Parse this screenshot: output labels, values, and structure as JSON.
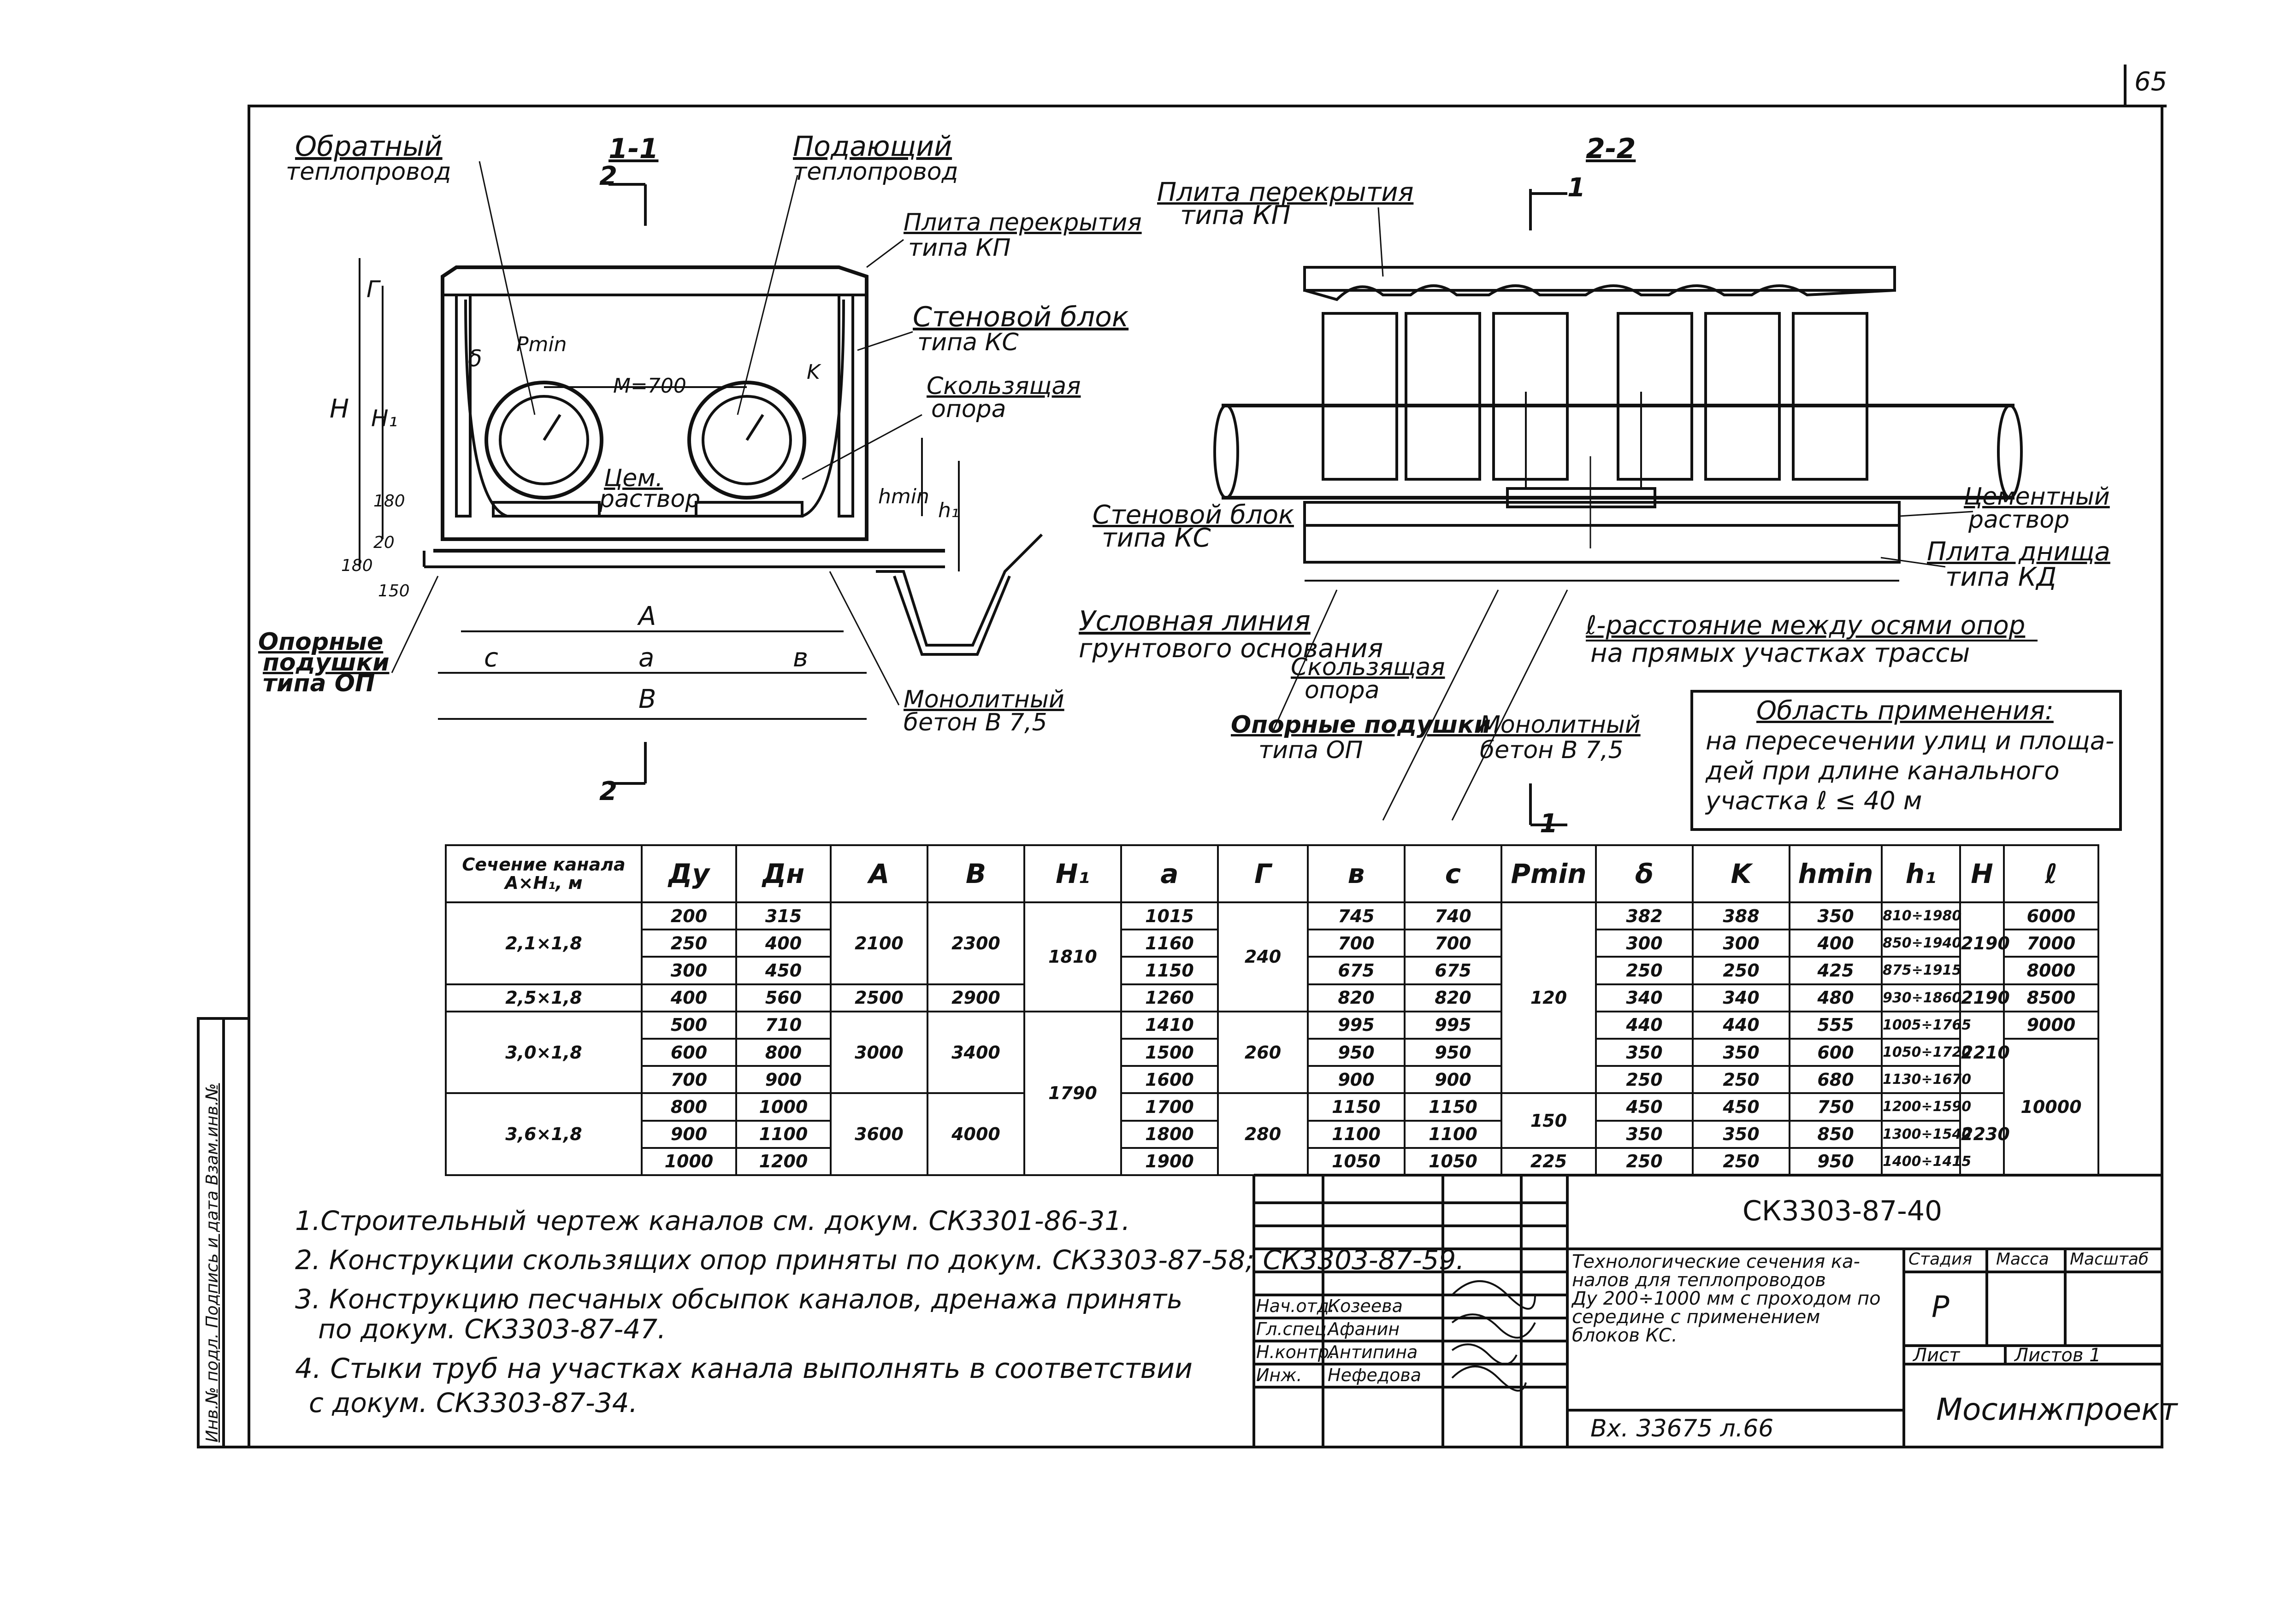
{
  "page_number": "65",
  "section_1_1": {
    "title": "1-1",
    "cut_mark": "2"
  },
  "section_2_2": {
    "title": "2-2",
    "cut_mark": "1"
  },
  "labels": {
    "return_pipe_1": "Обратный",
    "return_pipe_2": "теплопровод",
    "supply_pipe_1": "Подающий",
    "supply_pipe_2": "теплопровод",
    "slab_1": "Плита перекрытия",
    "slab_2": "типа КП",
    "wall_1": "Стеновой блок",
    "wall_2": "типа КС",
    "sliding_1": "Скользящая",
    "sliding_2": "опора",
    "cement_1": "Цем.",
    "cement_2": "раствор",
    "support_pads_1": "Опорные",
    "support_pads_2": "подушки",
    "support_pads_3": "типа ОП",
    "monolith_1": "Монолитный",
    "monolith_2": "бетон В 7,5",
    "ground_1": "Условная линия",
    "ground_2": "грунтового основания",
    "wall_b_1": "Стеновой блок",
    "wall_b_2": "типа КС",
    "sliding_b_1": "Скользящая",
    "sliding_b_2": "опора",
    "support_b_1": "Опорные подушки",
    "support_b_2": "типа ОП",
    "monolith_b_1": "Монолитный",
    "monolith_b_2": "бетон В 7,5",
    "slab_b_1": "Плита перекрытия",
    "slab_b_2": "типа КП",
    "cement_b_1": "Цементный",
    "cement_b_2": "раствор",
    "bottom_slab_1": "Плита днища",
    "bottom_slab_2": "типа КД",
    "distance_1": "ℓ-расстояние между осями опор",
    "distance_2": "на прямых участках трассы",
    "dim_H": "H",
    "dim_H1": "H₁",
    "dim_G": "Г",
    "dim_delta": "δ",
    "dim_pmin": "Pmin",
    "dim_K": "K",
    "dim_M": "M=700",
    "dim_hmin": "hmin",
    "dim_h1": "h₁",
    "dim_A": "A",
    "dim_B": "B",
    "dim_a": "a",
    "dim_b": "в",
    "dim_c": "c",
    "dim_180a": "180",
    "dim_20": "20",
    "dim_180b": "180",
    "dim_150": "150"
  },
  "application": {
    "title": "Область применения:",
    "line1": "на пересечении улиц и площа-",
    "line2": "дей при длине канального",
    "line3": "участка  ℓ ≤ 40 м"
  },
  "table": {
    "headers": [
      "Сечение канала A×H₁, м",
      "Ду",
      "Дн",
      "A",
      "B",
      "H₁",
      "a",
      "Г",
      "в",
      "c",
      "Pmin",
      "δ",
      "K",
      "hmin",
      "h₁",
      "H",
      "ℓ"
    ],
    "groups": [
      {
        "section": "2,1×1,8",
        "A": "2100",
        "B": "2300",
        "G": "240"
      },
      {
        "section": "2,5×1,8",
        "A": "2500",
        "B": "2900"
      },
      {
        "section": "3,0×1,8",
        "A": "3000",
        "B": "3400",
        "G": "260"
      },
      {
        "section": "3,6×1,8",
        "A": "3600",
        "B": "4000",
        "G": "280"
      }
    ],
    "H1": [
      "1810",
      "1790"
    ],
    "pmin": [
      "120",
      "150",
      "225"
    ],
    "H": [
      "2190",
      "2190",
      "2210",
      "2230"
    ],
    "L": [
      "6000",
      "7000",
      "8000",
      "8500",
      "9000",
      "10000"
    ],
    "rows": [
      {
        "dy": "200",
        "dn": "315",
        "a": "1015",
        "b": "745",
        "c": "740",
        "delta": "382",
        "k": "388",
        "hmin": "350",
        "h1": "810÷1980"
      },
      {
        "dy": "250",
        "dn": "400",
        "a": "1160",
        "b": "700",
        "c": "700",
        "delta": "300",
        "k": "300",
        "hmin": "400",
        "h1": "850÷1940"
      },
      {
        "dy": "300",
        "dn": "450",
        "a": "1150",
        "b": "675",
        "c": "675",
        "delta": "250",
        "k": "250",
        "hmin": "425",
        "h1": "875÷1915"
      },
      {
        "dy": "400",
        "dn": "560",
        "a": "1260",
        "b": "820",
        "c": "820",
        "delta": "340",
        "k": "340",
        "hmin": "480",
        "h1": "930÷1860"
      },
      {
        "dy": "500",
        "dn": "710",
        "a": "1410",
        "b": "995",
        "c": "995",
        "delta": "440",
        "k": "440",
        "hmin": "555",
        "h1": "1005÷1765"
      },
      {
        "dy": "600",
        "dn": "800",
        "a": "1500",
        "b": "950",
        "c": "950",
        "delta": "350",
        "k": "350",
        "hmin": "600",
        "h1": "1050÷1720"
      },
      {
        "dy": "700",
        "dn": "900",
        "a": "1600",
        "b": "900",
        "c": "900",
        "delta": "250",
        "k": "250",
        "hmin": "680",
        "h1": "1130÷1670"
      },
      {
        "dy": "800",
        "dn": "1000",
        "a": "1700",
        "b": "1150",
        "c": "1150",
        "delta": "450",
        "k": "450",
        "hmin": "750",
        "h1": "1200÷1590"
      },
      {
        "dy": "900",
        "dn": "1100",
        "a": "1800",
        "b": "1100",
        "c": "1100",
        "delta": "350",
        "k": "350",
        "hmin": "850",
        "h1": "1300÷1540"
      },
      {
        "dy": "1000",
        "dn": "1200",
        "a": "1900",
        "b": "1050",
        "c": "1050",
        "delta": "250",
        "k": "250",
        "hmin": "950",
        "h1": "1400÷1415"
      }
    ]
  },
  "notes": [
    "1.Строительный чертеж каналов см. докум. СК3301-86-31.",
    "2. Конструкции скользящих опор приняты по докум. СК3303-87-58; СК3303-87-59.",
    "3. Конструкцию песчаных обсыпок каналов, дренажа принять",
    "по докум. СК3303-87-47.",
    "4. Стыки труб на участках канала выполнять в соответствии",
    "с докум. СК3303-87-34."
  ],
  "side_stamp": "Инв.№ подл. Подпись и дата Взам.инв.№",
  "title_block": {
    "doc_code": "СК3303-87-40",
    "description_1": "Технологические сечения ка-",
    "description_2": "налов для теплопроводов",
    "description_3": "Ду 200÷1000 мм с проходом по",
    "description_4": "середине с применением",
    "description_5": "блоков КС.",
    "stage_label": "Стадия",
    "mass_label": "Масса",
    "scale_label": "Масштаб",
    "stage_value": "Р",
    "sheet_label": "Лист",
    "sheets_label": "Листов 1",
    "org": "Мосинжпроект",
    "inv_number": "Вх. 33675 л.66",
    "people": [
      {
        "role": "Нач.отд.",
        "name": "Козеева"
      },
      {
        "role": "Гл.спец.",
        "name": "Афанин"
      },
      {
        "role": "Н.контр.",
        "name": "Антипина"
      },
      {
        "role": "Инж.",
        "name": "Нефедова"
      }
    ]
  }
}
